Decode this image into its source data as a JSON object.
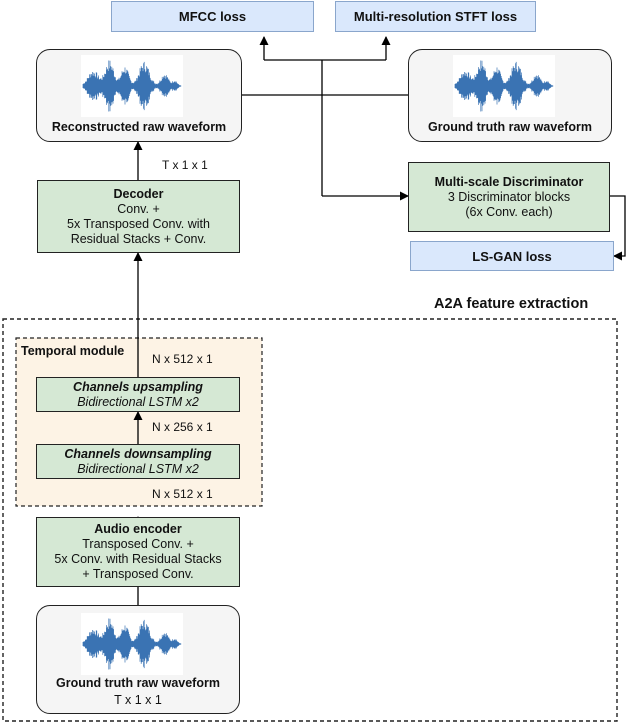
{
  "losses": {
    "mfcc": "MFCC loss",
    "stft": "Multi-resolution STFT loss",
    "lsgan": "LS-GAN loss"
  },
  "waveforms": {
    "reconstructed": "Reconstructed raw waveform",
    "ground_truth_top": "Ground truth raw waveform",
    "ground_truth_bottom": "Ground truth raw waveform",
    "ground_truth_bottom_dim": "T x 1 x 1"
  },
  "discriminator": {
    "title": "Multi-scale Discriminator",
    "line1": "3 Discriminator blocks",
    "line2": "(6x Conv. each)"
  },
  "decoder": {
    "title": "Decoder",
    "line1": "Conv. +",
    "line2": "5x Transposed Conv. with",
    "line3": "Residual Stacks + Conv."
  },
  "dims": {
    "decoder_out": "T x 1 x 1",
    "temporal_out": "N x 512 x 1",
    "downsampling_out": "N x 256 x 1",
    "encoder_out": "N x 512 x 1"
  },
  "groups": {
    "a2a": "A2A feature extraction",
    "temporal": "Temporal module"
  },
  "upsampling": {
    "title": "Channels upsampling",
    "subtitle": "Bidirectional LSTM x2"
  },
  "downsampling": {
    "title": "Channels downsampling",
    "subtitle": "Bidirectional LSTM x2"
  },
  "encoder": {
    "title": "Audio encoder",
    "line1": "Transposed Conv. +",
    "line2": "5x Conv. with Residual Stacks",
    "line3": "+ Transposed Conv."
  },
  "colors": {
    "block_fill": "#d5e8d4",
    "loss_fill": "#dae8fc",
    "temporal_fill": "#fdf3e5",
    "waveform_bg": "#f5f5f5",
    "waveform_line": "#3a73b3"
  }
}
